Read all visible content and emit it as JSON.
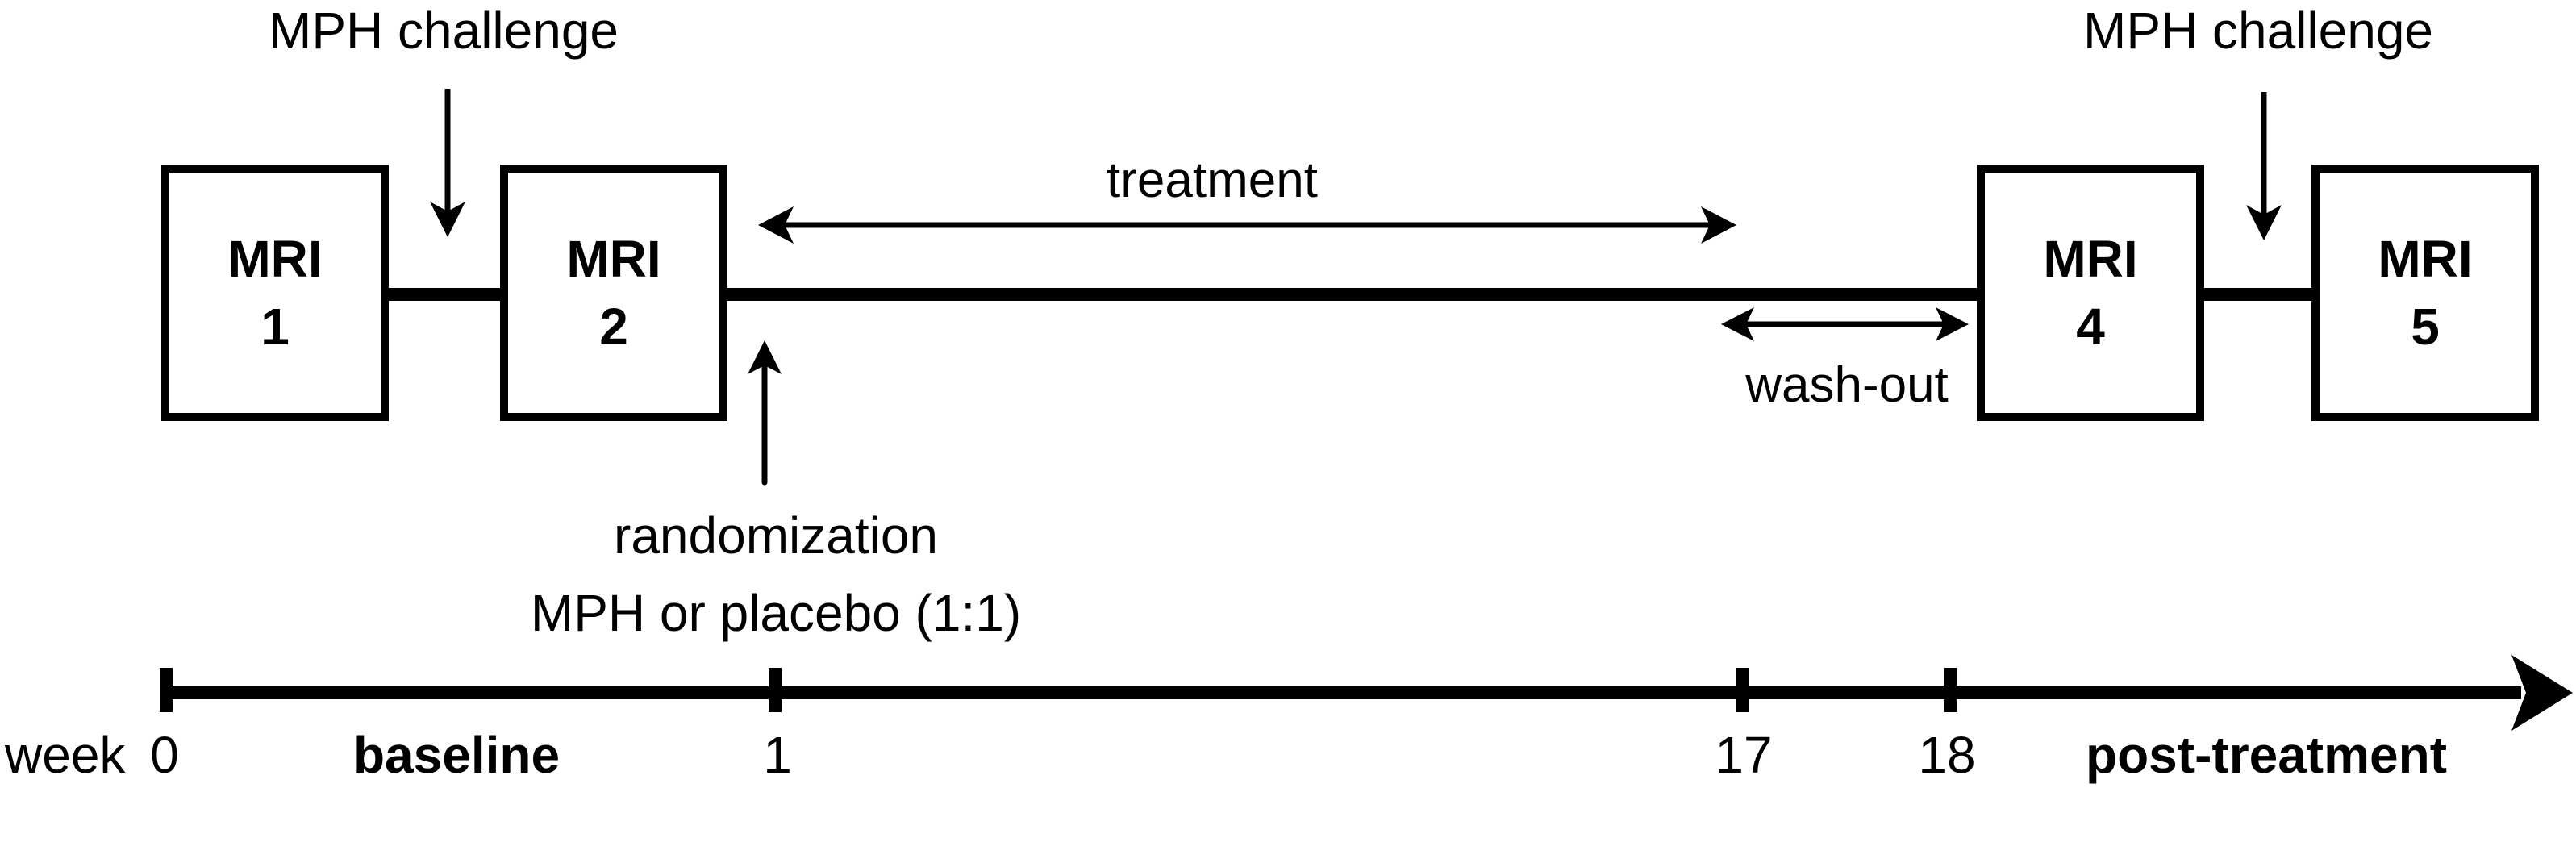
{
  "figure": {
    "background_color": "#ffffff",
    "ink_color": "#000000"
  },
  "boxes": [
    {
      "name": "mri-1",
      "line1": "MRI",
      "line2": "1"
    },
    {
      "name": "mri-2",
      "line1": "MRI",
      "line2": "2"
    },
    {
      "name": "mri-4",
      "line1": "MRI",
      "line2": "4"
    },
    {
      "name": "mri-5",
      "line1": "MRI",
      "line2": "5"
    }
  ],
  "annotations": {
    "mph_challenge_left": "MPH challenge",
    "mph_challenge_right": "MPH challenge",
    "treatment": "treatment",
    "washout": "wash-out",
    "randomization_line1": "randomization",
    "randomization_line2": "MPH or placebo (1:1)"
  },
  "timeline": {
    "axis_label": "week",
    "ticks": [
      {
        "label": "0"
      },
      {
        "label": "1"
      },
      {
        "label": "17"
      },
      {
        "label": "18"
      }
    ],
    "phases": [
      {
        "label": "baseline"
      },
      {
        "label": "post-treatment"
      }
    ]
  }
}
